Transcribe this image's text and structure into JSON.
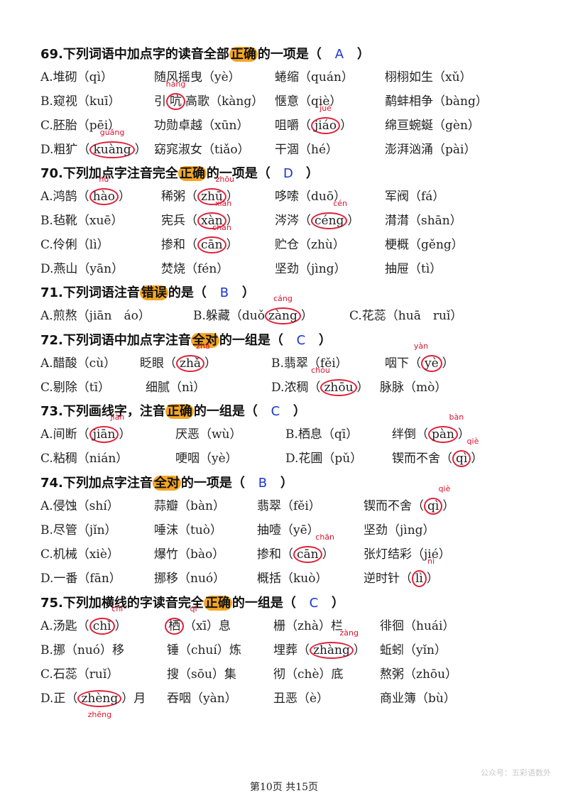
{
  "q69": {
    "title_a": "69.下列词语中加点字的读音全部",
    "title_hl": "正确",
    "title_b": "的一项是（",
    "answer": "A",
    "title_c": "）",
    "r1": [
      "A.堆砌（qì）",
      "随风摇曳（yè）",
      "蜷缩（quán）",
      "栩栩如生（xǔ）"
    ],
    "r2": [
      "B.窥视（kuī）",
      "引",
      "吭",
      "高歌（kàng）",
      "惬意（qiè）",
      "鹬蚌相争（bàng）"
    ],
    "r2_note": "háng",
    "r3": [
      "C.胚胎（pēi）",
      "功勋卓越（xūn）",
      "咀嚼（",
      "jiáo",
      "）",
      "绵亘蜿蜒（gèn）"
    ],
    "r3_note": "jué",
    "r4": [
      "D.粗犷（",
      "kuàng",
      "）",
      "窈窕淑女（tiǎo）",
      "干涸（hé）",
      "澎湃汹涌（pài）"
    ],
    "r4_note": "guǎng"
  },
  "q70": {
    "title_a": "70.下列加点字注音完全",
    "title_hl": "正确",
    "title_b": "的一项是（",
    "answer": "D",
    "title_c": "）",
    "r1": [
      "A.鸿鹄（",
      "hào",
      "）",
      "稀粥（",
      "zhū",
      "）",
      "哆嗦（duō）",
      "军阀（fá）"
    ],
    "r1_notes": [
      "hú",
      "zhōu"
    ],
    "r2": [
      "B.毡靴（xuē）",
      "宪兵（",
      "xàn",
      "）",
      "涔涔（",
      "céng",
      "）",
      "潸潸（shān）"
    ],
    "r2_notes": [
      "xiàn",
      "cén"
    ],
    "r3": [
      "C.伶俐（lì）",
      "掺和（",
      "cān",
      "）",
      "贮仓（zhù）",
      "梗概（gěng）"
    ],
    "r3_note": "chān",
    "r4": [
      "D.燕山（yān）",
      "焚烧（fén）",
      "坚劲（jìng）",
      "抽屉（tì）"
    ]
  },
  "q71": {
    "title_a": "71.下列词语注音",
    "title_hl": "错误",
    "title_b": "的是（",
    "answer": "B",
    "title_c": "）",
    "r1": [
      "A.煎熬（jiān　áo）",
      "B.躲藏（duǒ",
      "zàng",
      "）",
      "C.花蕊（huā　ruǐ）"
    ],
    "r1_note": "cáng"
  },
  "q72": {
    "title_a": "72.下列词语中加点字注音",
    "title_hl": "全对",
    "title_b": "的一组是（",
    "answer": "C",
    "title_c": "）",
    "r1": [
      "A.醋酸（cù）",
      "眨眼（",
      "zhǎ",
      "）",
      "B.翡翠（fěi）",
      "咽下（",
      "yè",
      "）"
    ],
    "r1_notes": [
      "zhǎ",
      "yàn"
    ],
    "r2": [
      "C.剔除（tī）",
      "细腻（nì）",
      "D.浓稠（",
      "zhōu",
      "）",
      "脉脉（mò）"
    ],
    "r2_note": "chóu"
  },
  "q73": {
    "title_a": "73.下列画线字，注音",
    "title_hl": "正确",
    "title_b": "的一组是（",
    "answer": "C",
    "title_c": "）",
    "r1": [
      "A.间断（",
      "jiān",
      "）",
      "厌恶（wù）",
      "B.栖息（qī）",
      "绊倒（",
      "pàn",
      "）"
    ],
    "r1_notes": [
      "jiàn",
      "bàn"
    ],
    "r2": [
      "C.粘稠（nián）",
      "哽咽（yè）",
      "D.花圃（pǔ）",
      "锲而不舍（",
      "qì",
      "）"
    ],
    "r2_note": "qiè"
  },
  "q74": {
    "title_a": "74.下列加点字注音",
    "title_hl": "全对",
    "title_b": "的一项是（",
    "answer": "B",
    "title_c": "）",
    "r1": [
      "A.侵蚀（shí）",
      "蒜瓣（bàn）",
      "翡翠（fěi）",
      "锲而不舍（",
      "qì",
      "）"
    ],
    "r1_note": "qiè",
    "r2": [
      "B.尽管（jǐn）",
      "唾沫（tuò）",
      "抽噎（yē）",
      "坚劲（jìng）"
    ],
    "r3": [
      "C.机械（xiè）",
      "爆竹（bào）",
      "掺和（",
      "cān",
      "）",
      "张灯结彩（jié）"
    ],
    "r3_note": "chān",
    "r4": [
      "D.一番（fān）",
      "挪移（nuó）",
      "概括（kuò）",
      "逆时针（",
      "lì",
      "）"
    ],
    "r4_note": "nì"
  },
  "q75": {
    "title_a": "75.下列加横线的字读音完全",
    "title_hl": "正确",
    "title_b": "的一组是（",
    "answer": "C",
    "title_c": "）",
    "r1": [
      "A.汤匙（",
      "chǐ",
      "）",
      "栖",
      "（xī）息",
      "栅（zhà）栏",
      "徘徊（huái）"
    ],
    "r1_notes": [
      "chí",
      "qī"
    ],
    "r2": [
      "B.挪（nuó）移",
      "锤（chuí）炼",
      "埋葬（",
      "zhàng",
      "）",
      "蚯蚓（yǐn）"
    ],
    "r2_note": "zàng",
    "r3": [
      "C.石蕊（ruǐ）",
      "搜（sōu）集",
      "彻（chè）底",
      "熬粥（zhōu）"
    ],
    "r4": [
      "D.正（",
      "zhèng",
      "）月",
      "吞咽（yàn）",
      "丑恶（è）",
      "商业簿（bù）"
    ],
    "r4_note": "zhēng"
  },
  "footer": "第10页 共15页",
  "watermark": "公众号：五彩语数外"
}
